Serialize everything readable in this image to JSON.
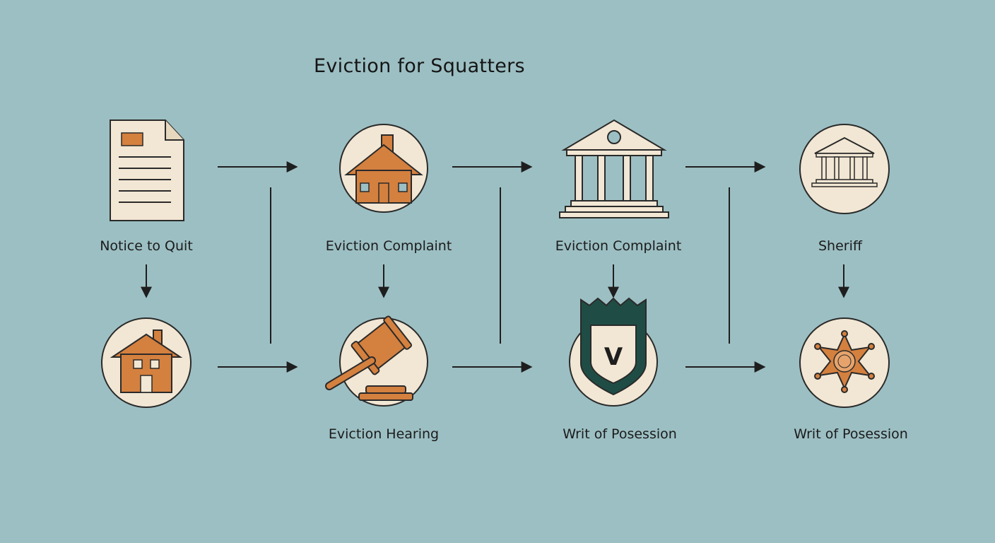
{
  "title": "Eviction for Squatters",
  "steps": [
    {
      "label": "Notice to Quit",
      "icon": "document-icon"
    },
    {
      "label": "Eviction Complaint",
      "icon": "house-icon"
    },
    {
      "label": "Eviction Complaint",
      "icon": "courthouse-icon"
    },
    {
      "label": "Sheriff",
      "icon": "courthouse-small-icon"
    },
    {
      "label": "",
      "icon": "house-icon"
    },
    {
      "label": "Eviction Hearing",
      "icon": "gavel-icon"
    },
    {
      "label": "Writ of Posession",
      "icon": "shield-icon"
    },
    {
      "label": "Writ of Posession",
      "icon": "sheriff-badge-icon"
    }
  ],
  "shield_letter": "V",
  "colors": {
    "background": "#9cbfc3",
    "circle_fill": "#f2e7d4",
    "icon_orange": "#d4803f",
    "shield_green": "#1f4d45",
    "line": "#1e1e1e"
  }
}
